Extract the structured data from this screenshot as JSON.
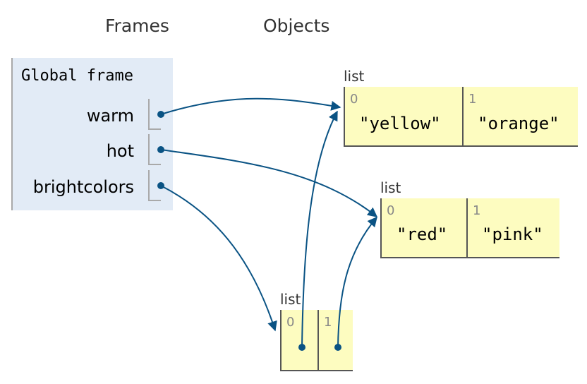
{
  "headings": {
    "frames": "Frames",
    "objects": "Objects"
  },
  "frame": {
    "title": "Global frame",
    "variables": [
      {
        "name": "warm"
      },
      {
        "name": "hot"
      },
      {
        "name": "brightcolors"
      }
    ]
  },
  "objects": {
    "warm_list": {
      "type": "list",
      "items": [
        {
          "index": "0",
          "value": "\"yellow\""
        },
        {
          "index": "1",
          "value": "\"orange\""
        }
      ]
    },
    "hot_list": {
      "type": "list",
      "items": [
        {
          "index": "0",
          "value": "\"red\""
        },
        {
          "index": "1",
          "value": "\"pink\""
        }
      ]
    },
    "bright_list": {
      "type": "list",
      "items": [
        {
          "index": "0",
          "value": ""
        },
        {
          "index": "1",
          "value": ""
        }
      ]
    }
  },
  "colors": {
    "arrow": "#0a5384",
    "frame_bg": "#e2ebf6",
    "cell_bg": "#fdfcc0"
  }
}
